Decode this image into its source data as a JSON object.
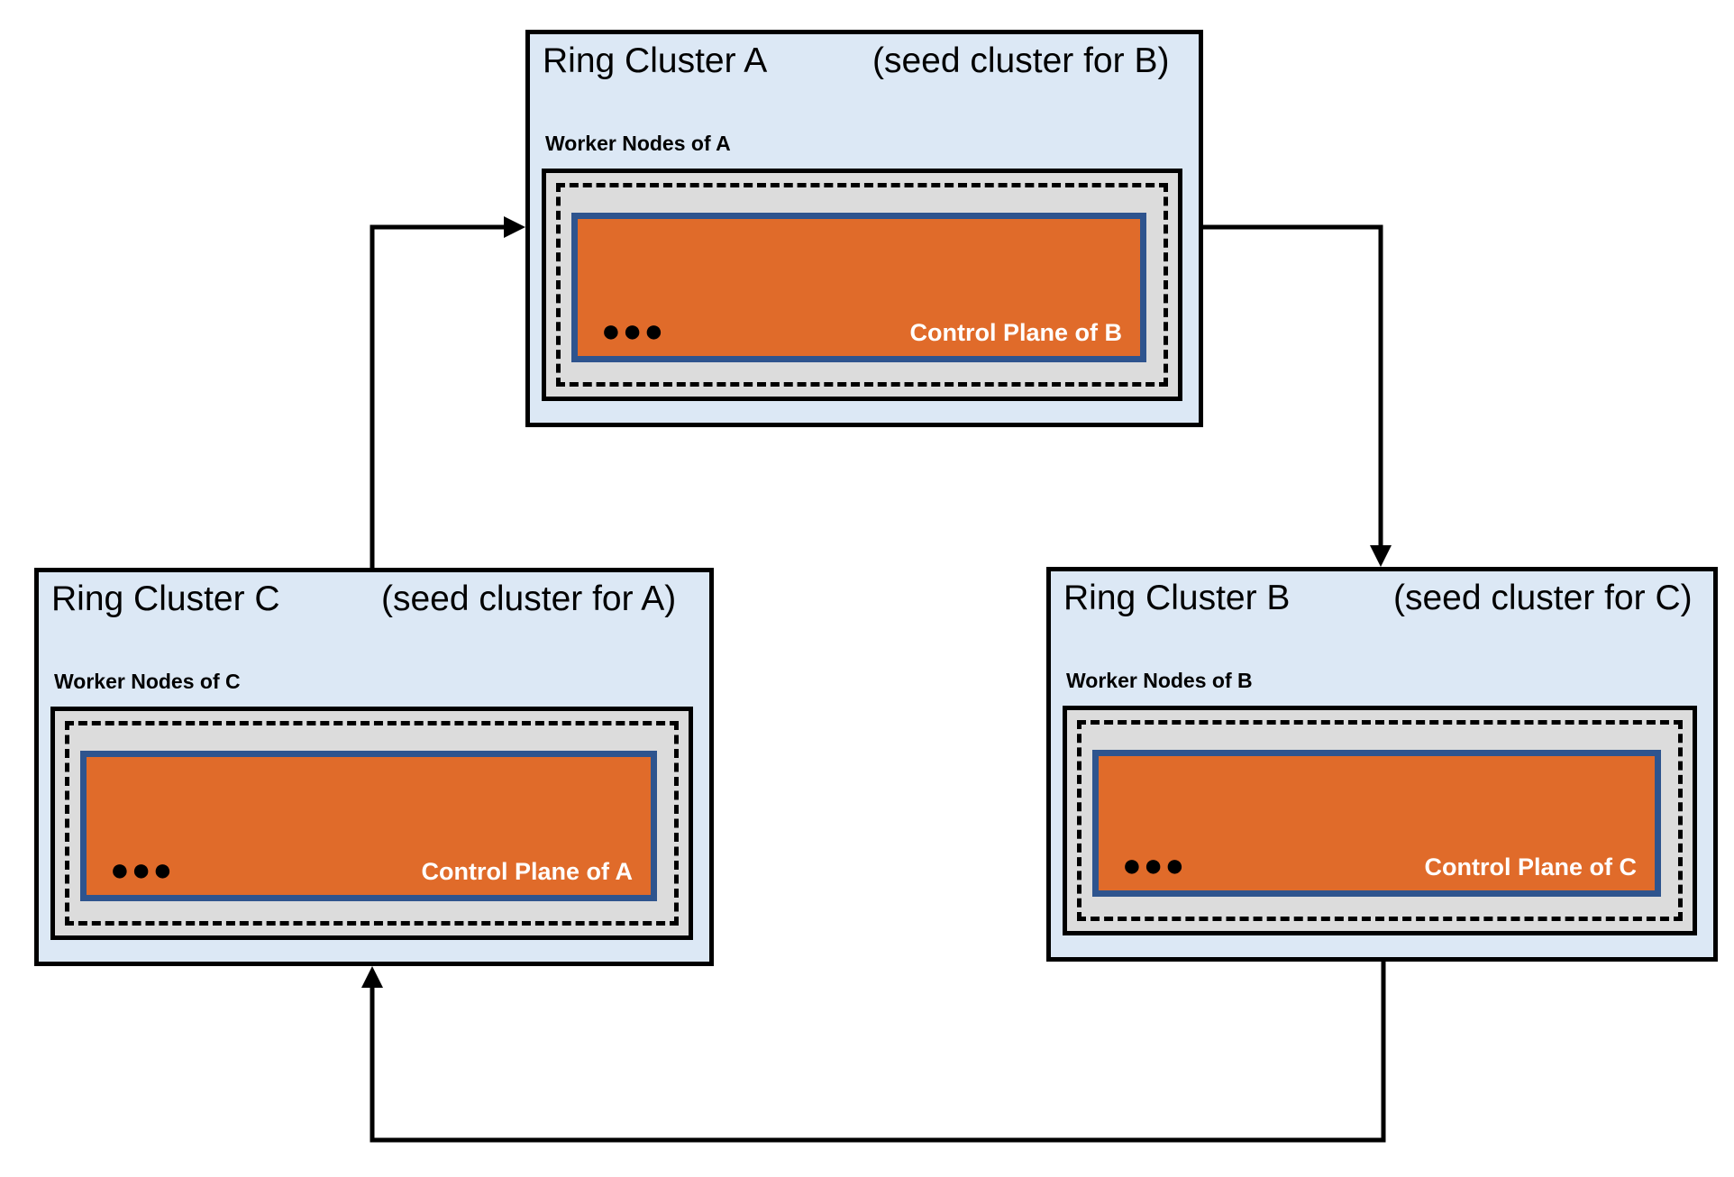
{
  "clusters": [
    {
      "name": "A",
      "title": "Ring Cluster A",
      "seed_note": "(seed cluster for B)",
      "worker_label": "Worker Nodes of A",
      "dots": "●●●",
      "control_plane_label": "Control Plane of B"
    },
    {
      "name": "B",
      "title": "Ring Cluster B",
      "seed_note": "(seed cluster for C)",
      "worker_label": "Worker Nodes of B",
      "dots": "●●●",
      "control_plane_label": "Control Plane of C"
    },
    {
      "name": "C",
      "title": "Ring Cluster C",
      "seed_note": "(seed cluster for A)",
      "worker_label": "Worker Nodes of C",
      "dots": "●●●",
      "control_plane_label": "Control Plane of A"
    }
  ],
  "connections": [
    {
      "from": "C",
      "to": "A"
    },
    {
      "from": "A",
      "to": "B"
    },
    {
      "from": "B",
      "to": "C"
    }
  ],
  "colors": {
    "cluster_bg": "#dce8f5",
    "worker_bg": "#dcdcdc",
    "control_plane_bg": "#e06b2a",
    "control_plane_border": "#2e548e",
    "line": "#000000",
    "control_plane_text": "#ffffff"
  }
}
